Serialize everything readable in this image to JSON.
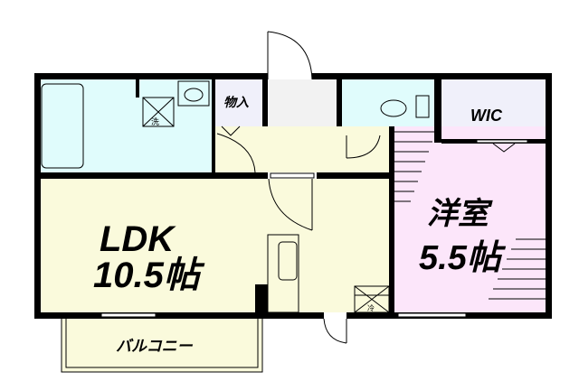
{
  "plan": {
    "rooms": {
      "storage": "物入",
      "wic": "WIC",
      "ldk_name": "LDK",
      "ldk_size": "10.5帖",
      "western_name": "洋室",
      "western_size": "5.5帖",
      "balcony": "バルコニー",
      "washer_mark": "洗",
      "fridge_mark": "冷"
    },
    "colors": {
      "wet_area": "#e0fcfc",
      "living": "#fafadc",
      "western": "#fce6fa",
      "entrance": "#f2f2f2",
      "wic": "#f0f0fa",
      "wall": "#000000"
    }
  }
}
